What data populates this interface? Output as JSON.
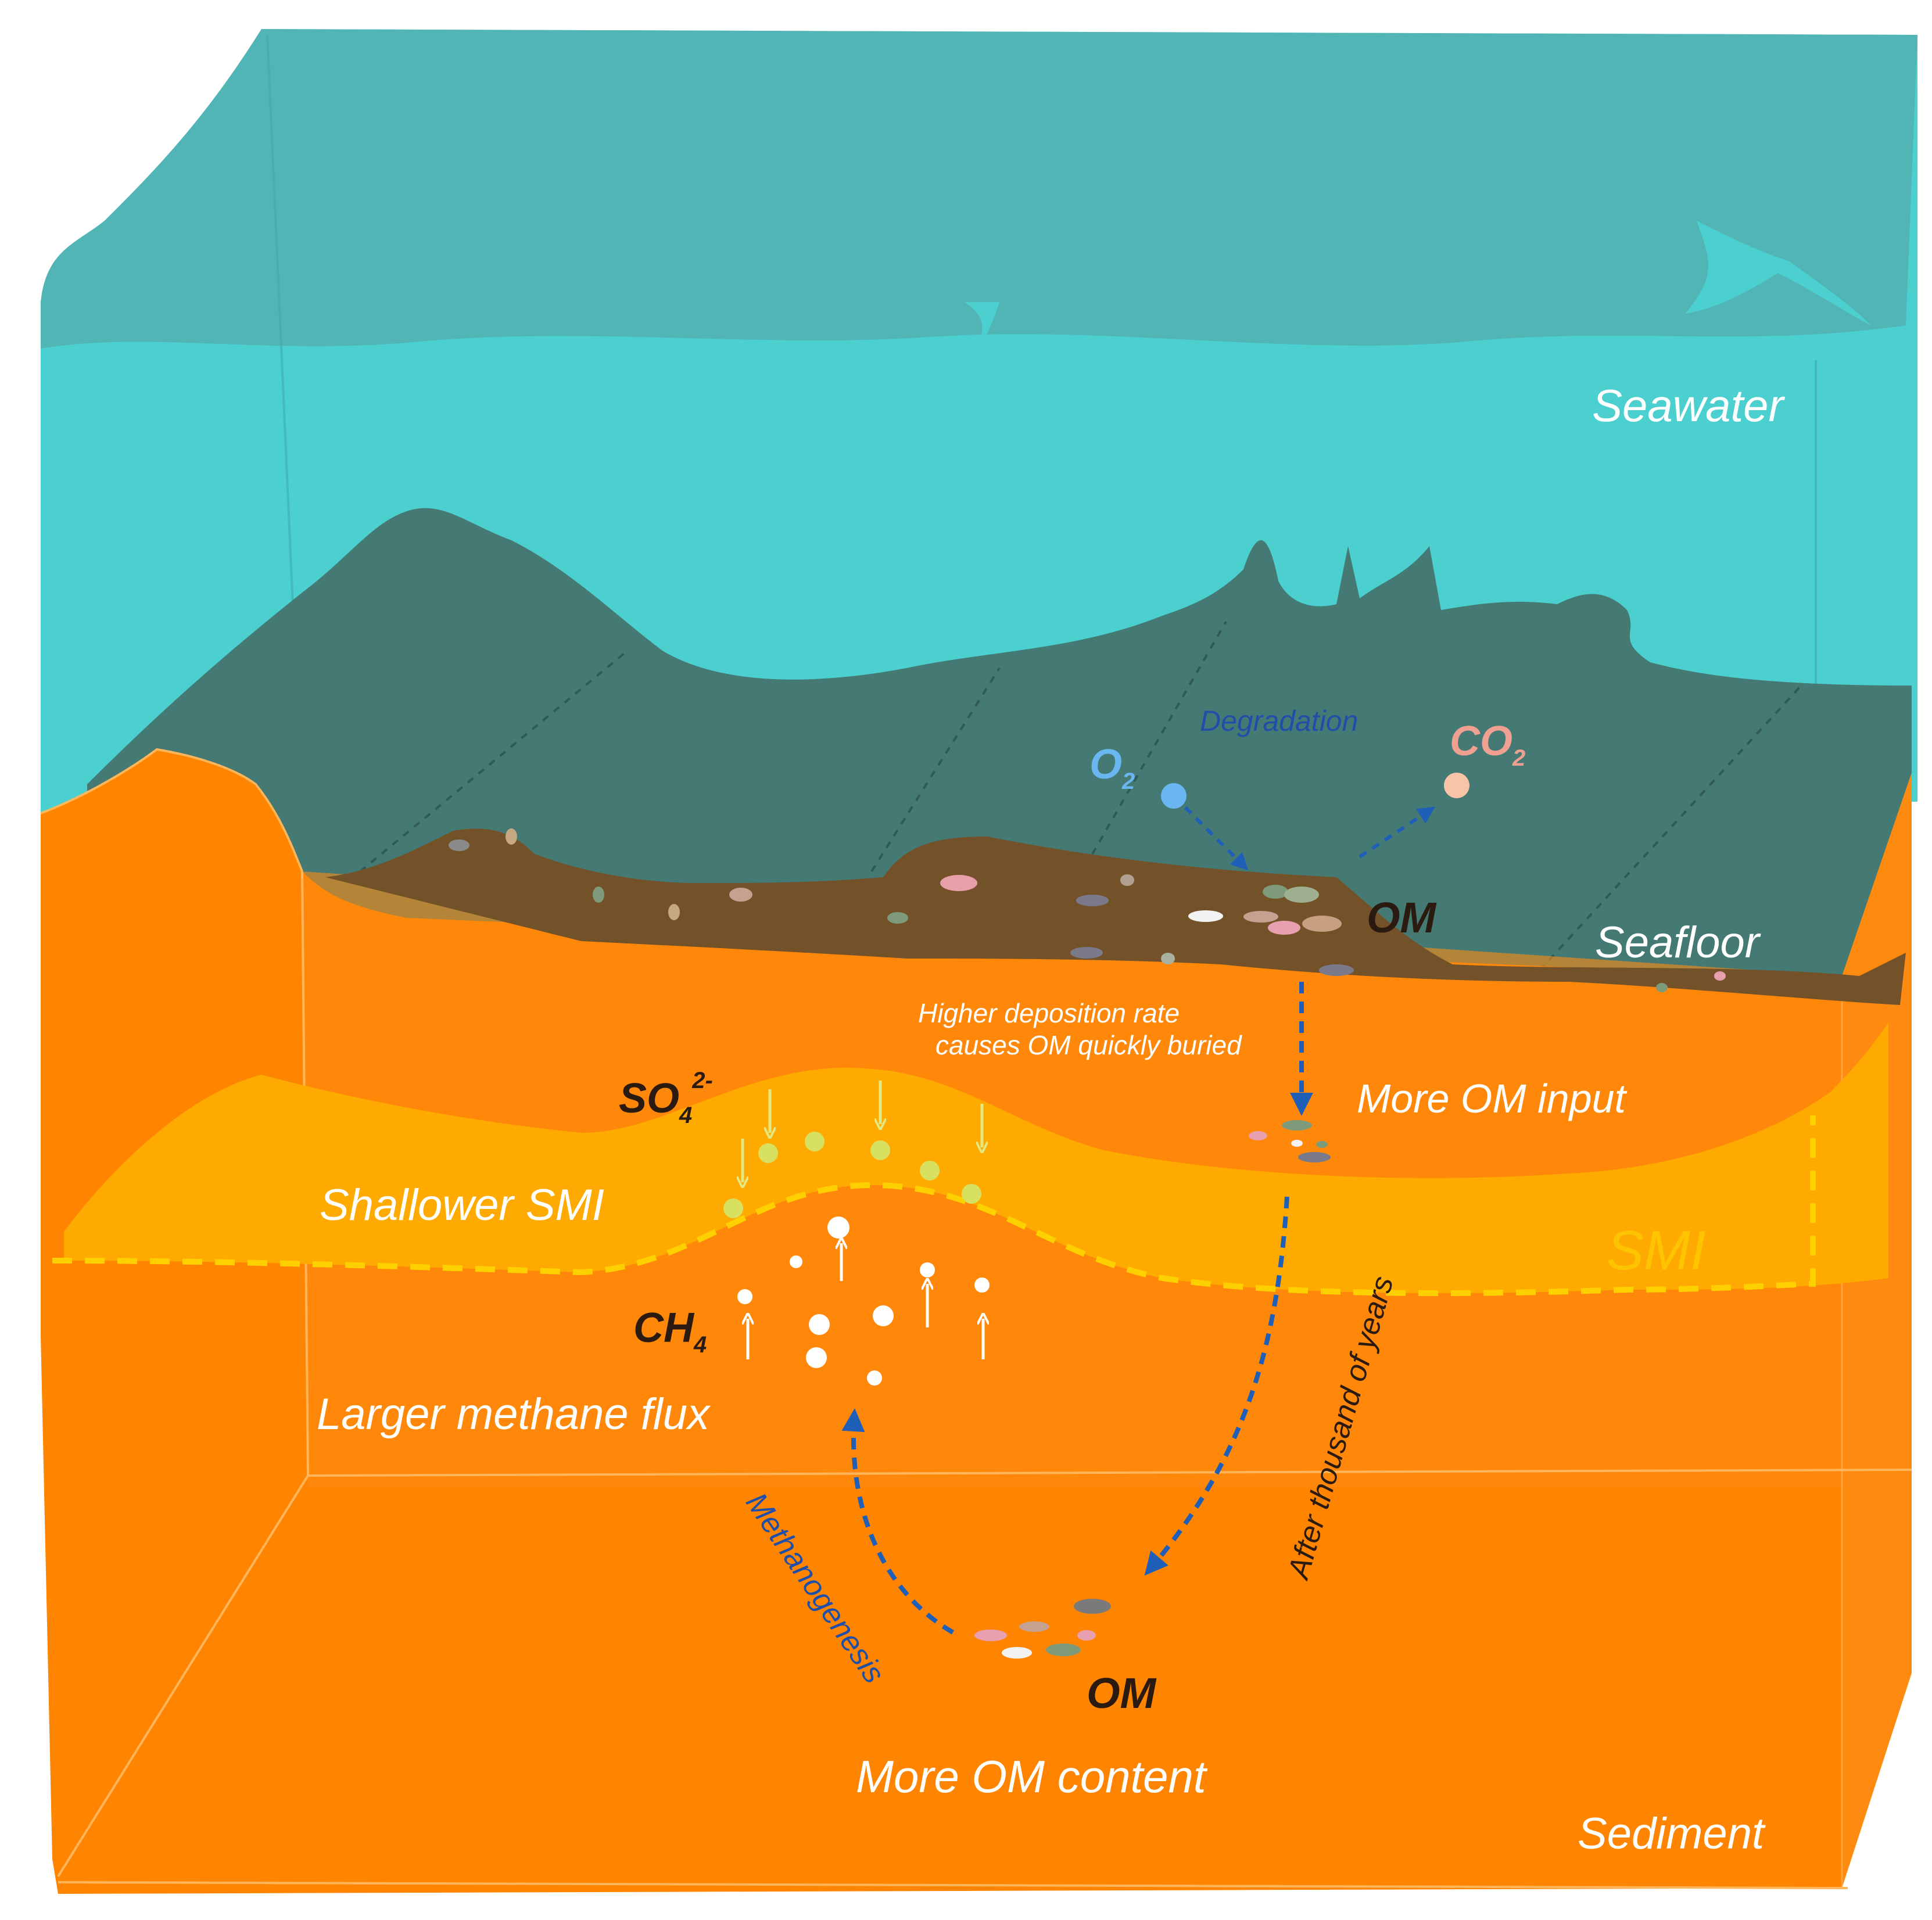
{
  "labels": {
    "seawater": "Seawater",
    "seafloor": "Seafloor",
    "sediment": "Sediment",
    "degradation": "Degradation",
    "o2_main": "O",
    "o2_sub": "2",
    "co2_main": "CO",
    "co2_sub": "2",
    "om_top": "OM",
    "deposition_line1": "Higher deposition rate",
    "deposition_line2": "causes OM quickly buried",
    "more_om_input": "More OM input",
    "so4_main": "SO",
    "so4_sub": "4",
    "so4_sup": "2-",
    "shallower_smi": "Shallower SMI",
    "smi": "SMI",
    "ch4_main": "CH",
    "ch4_sub": "4",
    "larger_methane_flux": "Larger methane flux",
    "after_thousand": "After thousand of years",
    "methanogenesis": "Methanogenesis",
    "om_bottom": "OM",
    "more_om_content": "More OM content"
  },
  "colors": {
    "seawater": "#4ccfcf",
    "seawater_top": "#52b5b5",
    "seafloor_dark": "#457a74",
    "om_layer": "#73522a",
    "sediment": "#ff8400",
    "sediment_light": "#ff9a20",
    "smi_zone": "#ffaa00",
    "smi_line": "#ffd000",
    "arrow_blue": "#1f5fb8",
    "o2_dot": "#6ab6f0",
    "co2_dot": "#f7c4a8",
    "so4_dot": "#d8e060",
    "ch4_dot": "#ffffff"
  }
}
